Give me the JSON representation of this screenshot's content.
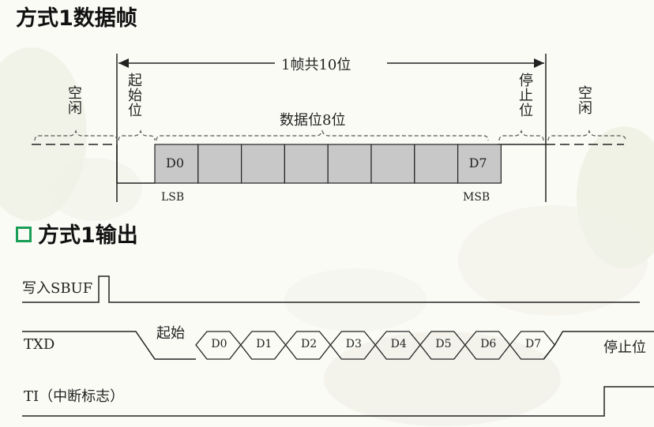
{
  "frame": {
    "title": "方式1数据帧",
    "frame_length_label": "1帧共10位",
    "idle_left": "空闲",
    "start_bit": "起始位",
    "data_bits_label": "数据位8位",
    "stop_bit": "停止位",
    "idle_right": "空闲",
    "bits": [
      "D0",
      "",
      "",
      "",
      "",
      "",
      "",
      "D7"
    ],
    "lsb": "LSB",
    "msb": "MSB"
  },
  "output": {
    "title": "方式1输出",
    "write_sbuf_label": "写入SBUF",
    "txd_label": "TXD",
    "start_label": "起始",
    "bits": [
      "D0",
      "D1",
      "D2",
      "D3",
      "D4",
      "D5",
      "D6",
      "D7"
    ],
    "stop_label": "停止位",
    "ti_label": "TI（中断标志）"
  },
  "colors": {
    "data_cell": "#c8c8c8",
    "green_box": "#1a9d55",
    "line": "#222222"
  }
}
